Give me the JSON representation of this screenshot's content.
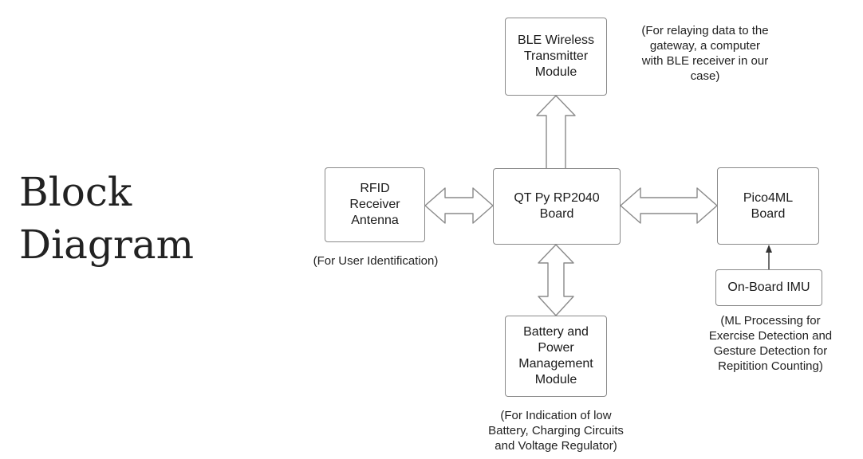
{
  "title": {
    "line1": "Block",
    "line2": "Diagram"
  },
  "blocks": {
    "ble": "BLE Wireless\nTransmitter\nModule",
    "rfid": "RFID\nReceiver\nAntenna",
    "mcu": "QT Py RP2040\nBoard",
    "pico": "Pico4ML\nBoard",
    "imu": "On-Board IMU",
    "battery": "Battery and\nPower\nManagement\nModule"
  },
  "notes": {
    "ble": "(For relaying data to the\ngateway, a computer\nwith BLE receiver in our\ncase)",
    "rfid": "(For User Identification)",
    "imu": "(ML Processing for\nExercise Detection and\nGesture Detection for\nRepitition Counting)",
    "battery": "(For Indication of low\nBattery, Charging Circuits\nand Voltage Regulator)"
  }
}
